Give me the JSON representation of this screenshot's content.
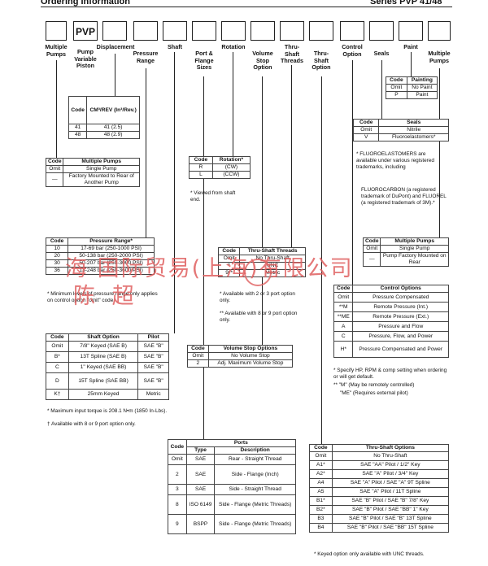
{
  "header": {
    "left": "Ordering Information",
    "right": "Series PVP 41/48"
  },
  "boxes": {
    "pvp": "PVP"
  },
  "labels": {
    "multiple_pumps": "Multiple Pumps",
    "pump": "Pump Variable Piston",
    "displacement": "Displacement",
    "pressure": "Pressure Range",
    "shaft": "Shaft",
    "port": "Port & Flange Sizes",
    "rotation": "Rotation",
    "volume_stop": "Volume Stop Option",
    "thru_shaft_threads": "Thru-Shaft Threads",
    "thru_shaft": "Thru-Shaft Option",
    "control": "Control Option",
    "seals": "Seals",
    "paint": "Paint",
    "multiple_pumps_r": "Multiple Pumps"
  },
  "displacement_table": {
    "h_code": "Code",
    "h_cm": "CM³/REV (In³/Rev.)",
    "rows": [
      [
        "41",
        "41 (2.5)"
      ],
      [
        "48",
        "48 (2.9)"
      ]
    ]
  },
  "multiple_pumps_table": {
    "h_code": "Code",
    "h_desc": "Multiple Pumps",
    "rows": [
      [
        "Omit",
        "Single Pump"
      ],
      [
        "—",
        "Factory Mounted to Rear of Another Pump"
      ]
    ]
  },
  "pressure_table": {
    "h_code": "Code",
    "h_desc": "Pressure Range*",
    "rows": [
      [
        "10",
        "17-69 bar (250-1000 PSI)"
      ],
      [
        "20",
        "50-138 bar (250-2000 PSI)"
      ],
      [
        "30",
        "50-207 bar (250-3000 PSI)"
      ],
      [
        "36",
        "13-248 bar (250-3600 PSI)"
      ]
    ]
  },
  "pressure_note": "* Minimum levels of pressure range only applies on control option \"omit\" code.",
  "shaft_table": {
    "h_code": "Code",
    "h_opt": "Shaft Option",
    "h_pilot": "Pilot",
    "rows": [
      [
        "Omit",
        "7/8\" Keyed (SAE B)",
        "SAE \"B\""
      ],
      [
        "B*",
        "13T Spline (SAE B)",
        "SAE \"B\""
      ],
      [
        "C",
        "1\" Keyed (SAE BB)",
        "SAE \"B\""
      ],
      [
        "D",
        "15T Spline (SAE BB)",
        "SAE \"B\""
      ],
      [
        "K†",
        "25mm Keyed",
        "Metric"
      ]
    ]
  },
  "shaft_note1": "* Maximum input torque is 208.1 N•m (1850 In-Lbs).",
  "shaft_note2": "† Available with 8 or 9 port option only.",
  "rotation_table": {
    "h_code": "Code",
    "h_rot": "Rotation*",
    "rows": [
      [
        "R",
        "(CW)"
      ],
      [
        "L",
        "(CCW)"
      ]
    ]
  },
  "rotation_note": "* Viewed from shaft end.",
  "thread_table": {
    "h_code": "Code",
    "h_desc": "Thru-Shaft Threads",
    "rows": [
      [
        "Omit",
        "No Thru-Shaft"
      ],
      [
        "*",
        "UNC"
      ],
      [
        "9**",
        "Metric"
      ]
    ]
  },
  "thread_note1": "* Available with 2 or 3 port option only.",
  "thread_note2": "** Available with 8 or 9 port option only.",
  "volume_table": {
    "h_code": "Code",
    "h_desc": "Volume Stop Options",
    "rows": [
      [
        "Omit",
        "No Volume Stop"
      ],
      [
        "2",
        "Adj. Maximum Volume Stop"
      ]
    ]
  },
  "ports_table": {
    "h_code": "Code",
    "h_ports": "Ports",
    "h_type": "Type",
    "h_desc": "Description",
    "rows": [
      [
        "Omit",
        "SAE",
        "Rear - Straight Thread"
      ],
      [
        "2",
        "SAE",
        "Side - Flange (Inch)"
      ],
      [
        "3",
        "SAE",
        "Side - Straight Thread"
      ],
      [
        "8",
        "ISO 6149",
        "Side - Flange (Metric Threads)"
      ],
      [
        "9",
        "BSPP",
        "Side - Flange (Metric Threads)"
      ]
    ]
  },
  "paint_table": {
    "h_code": "Code",
    "h_desc": "Painting",
    "rows": [
      [
        "Omit",
        "No Paint"
      ],
      [
        "P",
        "Paint"
      ]
    ]
  },
  "seals_table": {
    "h_code": "Code",
    "h_desc": "Seals",
    "rows": [
      [
        "Omit",
        "Nitrile"
      ],
      [
        "V",
        "Fluoroelastomers*"
      ]
    ]
  },
  "seals_note1": "* FLUOROELASTOMERS are available under various registered trademarks, including",
  "seals_note2": "FLUOROCARBON (a registered trademark of DuPont) and FLUOREL (a registered trademark of 3M).*",
  "mp_right_table": {
    "h_code": "Code",
    "h_desc": "Multiple Pumps",
    "rows": [
      [
        "Omit",
        "Single Pump"
      ],
      [
        "—",
        "Pump Factory Mounted on Rear"
      ]
    ]
  },
  "control_table": {
    "h_code": "Code",
    "h_desc": "Control Options",
    "rows": [
      [
        "Omit",
        "Pressure Compensated"
      ],
      [
        "**M",
        "Remote Pressure (Int.)"
      ],
      [
        "**ME",
        "Remote Pressure (Ext.)"
      ],
      [
        "A",
        "Pressure and Flow"
      ],
      [
        "C",
        "Pressure, Flow, and Power"
      ],
      [
        "H*",
        "Pressure Compensated and Power"
      ]
    ]
  },
  "control_note1": "* Specify HP, RPM & comp setting when ordering or will get default.",
  "control_note2": "** \"M\" (May be remotely controlled)",
  "control_note3": "\"ME\" (Requires external pilot)",
  "thru_option_table": {
    "h_code": "Code",
    "h_desc": "Thru-Shaft Options",
    "rows": [
      [
        "Omit",
        "No Thru-Shaft"
      ],
      [
        "A1*",
        "SAE \"AA\" Pilot / 1/2\" Key"
      ],
      [
        "A2*",
        "SAE \"A\" Pilot / 3/4\" Key"
      ],
      [
        "A4",
        "SAE \"A\" Pilot / SAE \"A\" 9T Spline"
      ],
      [
        "A5",
        "SAE \"A\" Pilot / 11T Spline"
      ],
      [
        "B1*",
        "SAE \"B\" Pilot / SAE \"B\" 7/8\" Key"
      ],
      [
        "B2*",
        "SAE \"B\" Pilot / SAE \"BB\" 1\" Key"
      ],
      [
        "B3",
        "SAE \"B\" Pilot / SAE \"B\" 13T Spline"
      ],
      [
        "B4",
        "SAE \"B\" Pilot / SAE \"BB\" 15T Spline"
      ]
    ]
  },
  "thru_option_note": "* Keyed option only available with UNC threads.",
  "watermark": {
    "line1": "海 国际贸易(上海)有限公司",
    "line2": "陈 超"
  }
}
